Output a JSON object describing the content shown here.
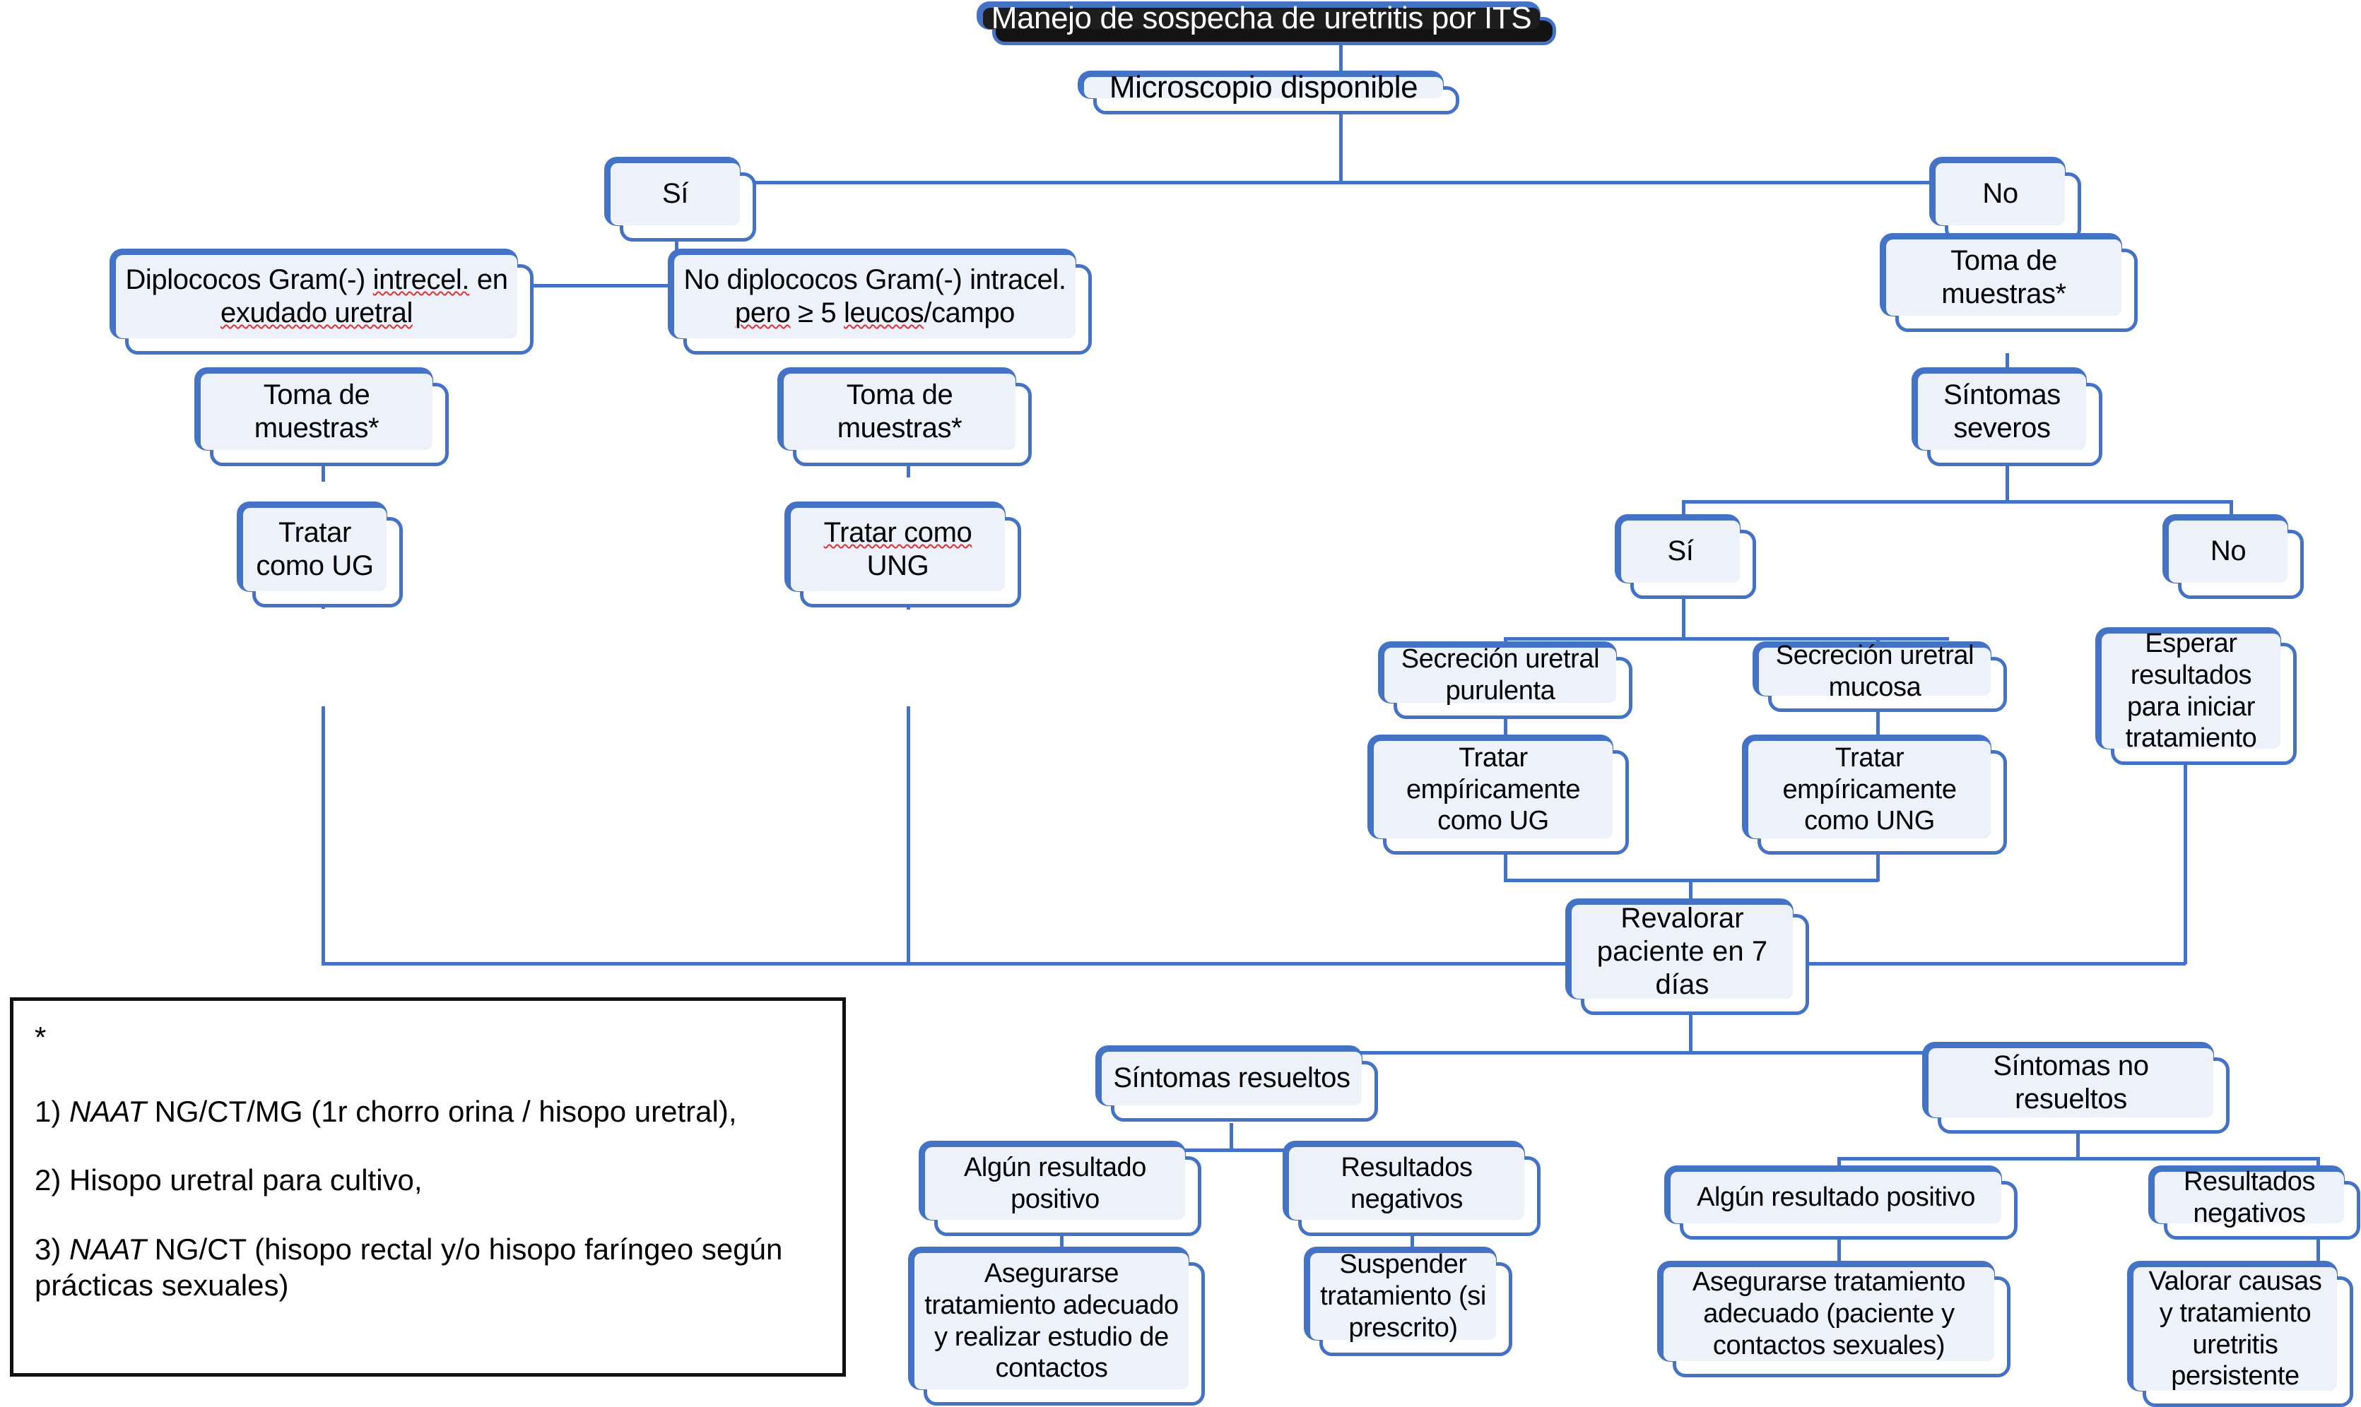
{
  "title": "Manejo de sospecha de uretritis por ITS",
  "accent_color": "#4472C4",
  "node_fill_color": "#EDF1FA",
  "title_fill_color": "#131313",
  "nodes": {
    "root": "Manejo de sospecha de uretritis por ITS",
    "microscopio": "Microscopio disponible",
    "micro_si": "Sí",
    "micro_no": "No",
    "diplococos_pos_l1": "Diplococos Gram(-) intrecel. en",
    "diplococos_pos_l2": "exudado uretral",
    "diplococos_neg_l1": "No diplococos Gram(-) intracel.",
    "diplococos_neg_l2": "pero ≥ 5 leucos/campo",
    "toma_muestras_izq": "Toma de muestras*",
    "toma_muestras_cen": "Toma de muestras*",
    "toma_muestras_der": "Toma de muestras*",
    "tratar_ug": "Tratar como UG",
    "tratar_ung_l1": "Tratar como",
    "tratar_ung_l2": "UNG",
    "sintomas_severos": "Síntomas severos",
    "severos_si": "Sí",
    "severos_no": "No",
    "secrecion_purulenta": "Secreción uretral purulenta",
    "secrecion_mucosa": "Secreción uretral mucosa",
    "tratar_emp_ug": "Tratar empíricamente como UG",
    "tratar_emp_ung": "Tratar empíricamente como UNG",
    "esperar_resultados": "Esperar resultados para iniciar tratamiento",
    "revalorar": "Revalorar paciente en 7 días",
    "sintomas_resueltos": "Síntomas resueltos",
    "sintomas_no_resueltos": "Síntomas no resueltos",
    "res_algun_positivo": "Algún resultado positivo",
    "res_negativos": "Resultados negativos",
    "asegurarse_contactos": "Asegurarse tratamiento adecuado y realizar estudio de contactos",
    "suspender": "Suspender tratamiento (si prescrito)",
    "nores_algun_positivo": "Algún resultado positivo",
    "nores_negativos": "Resultados negativos",
    "asegurarse_paciente": "Asegurarse tratamiento adecuado (paciente y contactos sexuales)",
    "valorar_causas": "Valorar causas y tratamiento uretritis persistente"
  },
  "footnote": {
    "marker": "*",
    "item1_pre": "1) ",
    "item1_em": "NAAT",
    "item1_post": " NG/CT/MG (1r chorro orina / hisopo uretral),",
    "item2": "2) Hisopo uretral para cultivo,",
    "item3_pre": "3) ",
    "item3_em": "NAAT",
    "item3_post": " NG/CT (hisopo rectal y/o hisopo faríngeo según prácticas sexuales)"
  }
}
